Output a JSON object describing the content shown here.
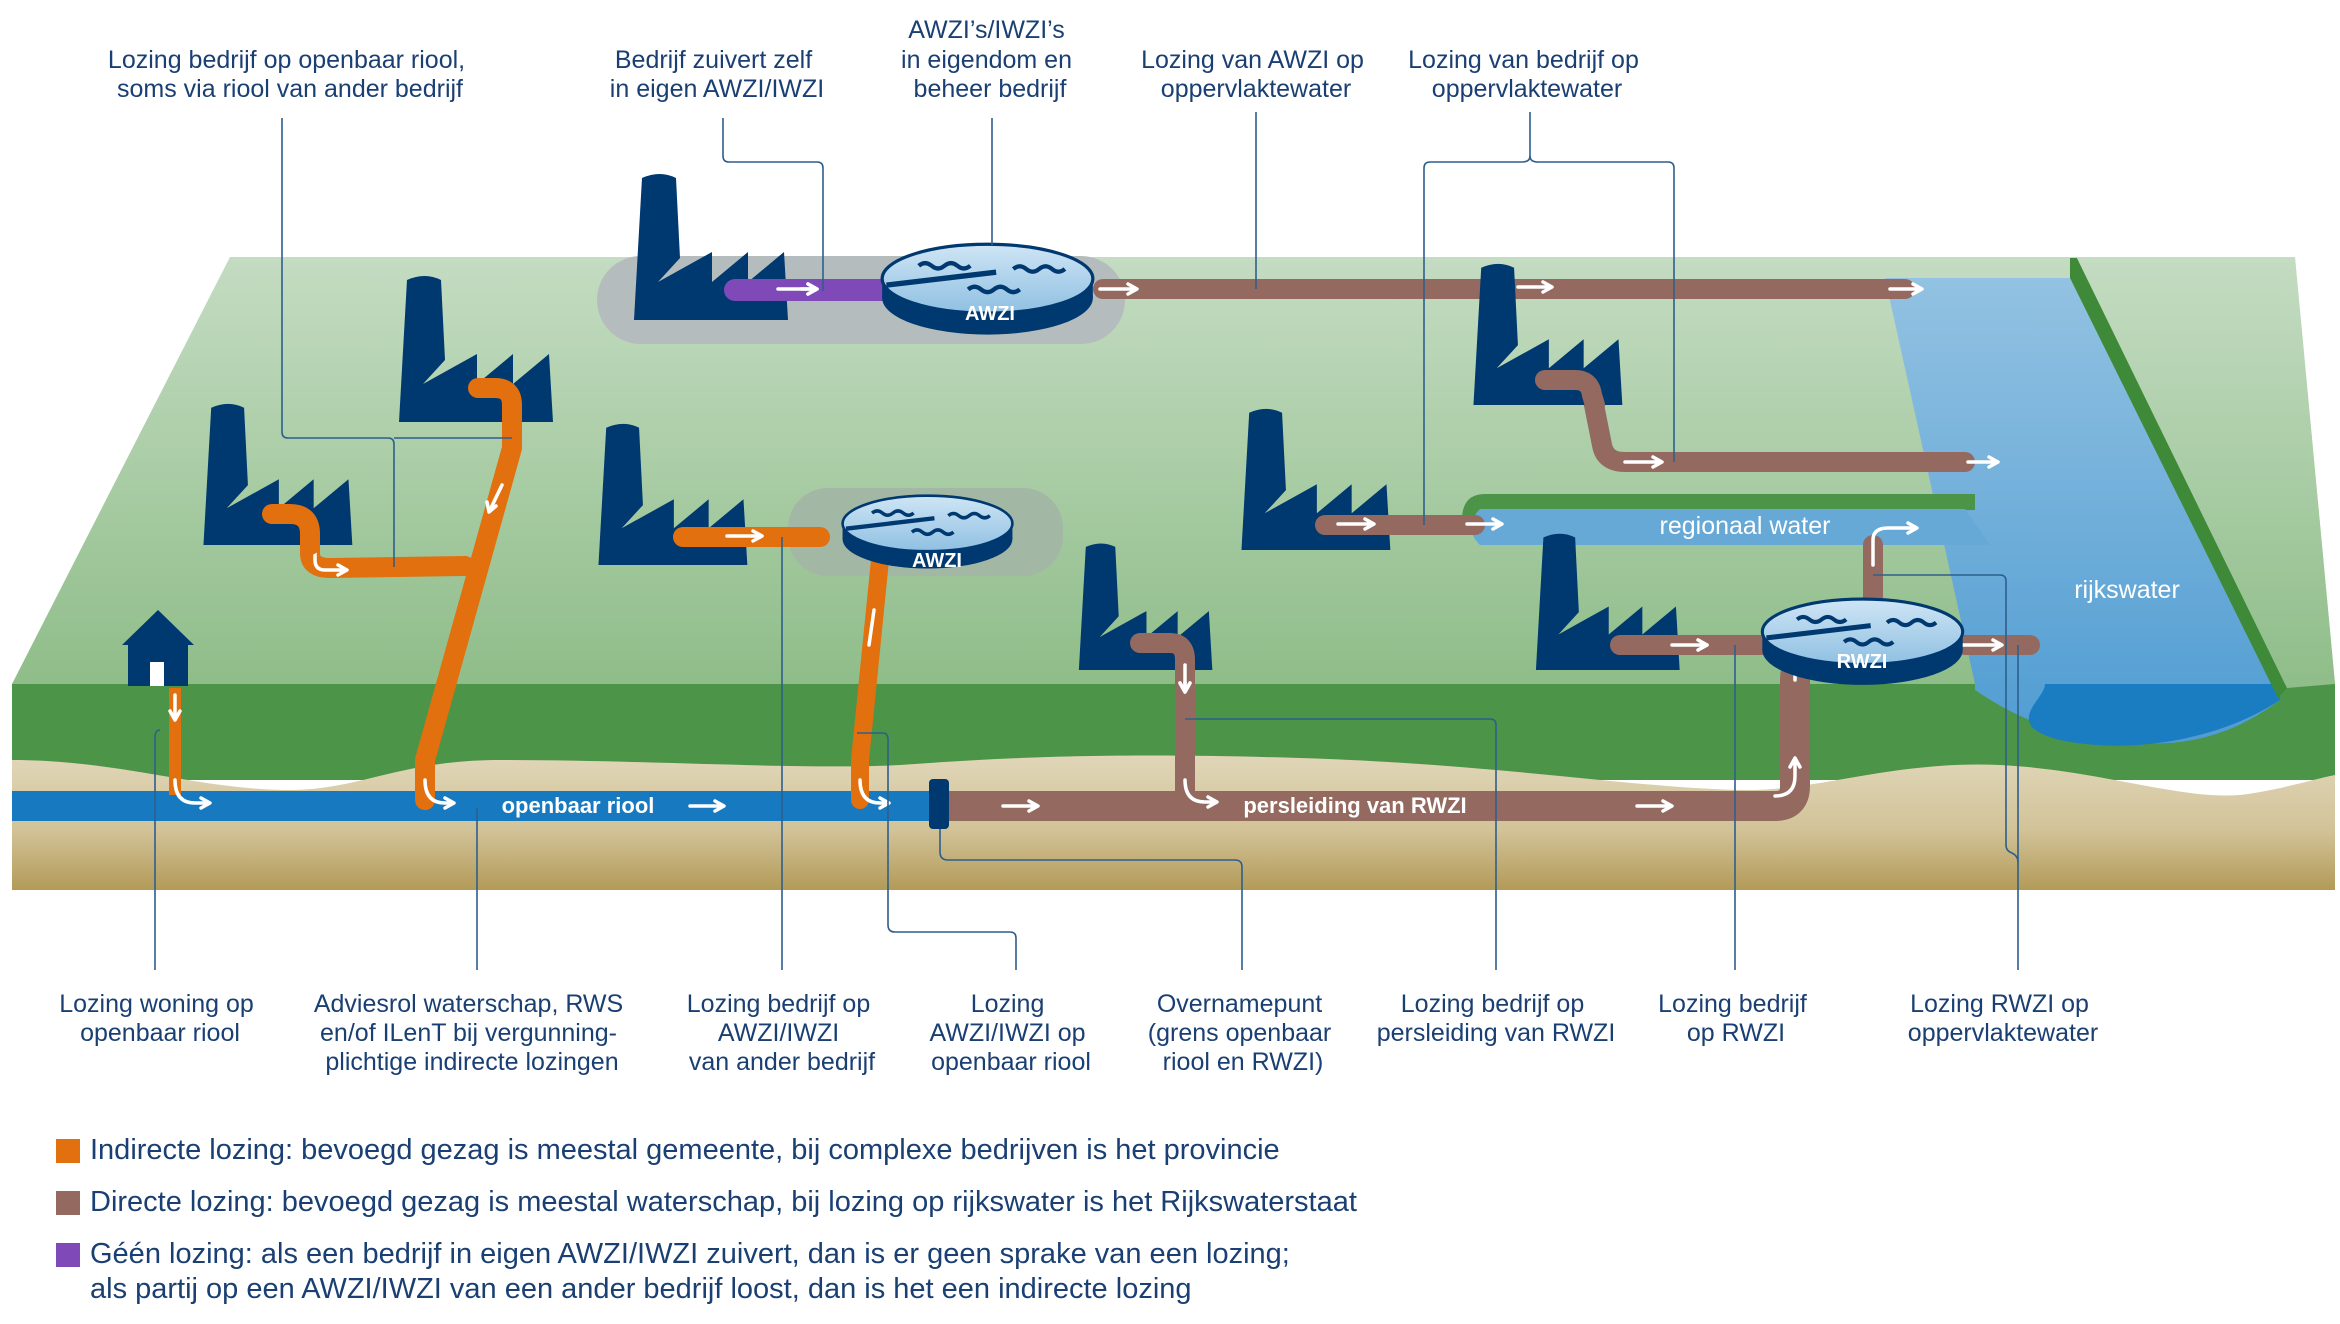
{
  "colors": {
    "indirect": "#e2700e",
    "direct": "#946a60",
    "none": "#7f4ab8",
    "text": "#1a3f73",
    "riool": "#177ac0",
    "factory": "#003870"
  },
  "top_labels": [
    {
      "id": "lozing-bedrijf-openbaar-riool",
      "lines": [
        "Lozing bedrijf op openbaar riool,",
        "soms via riool van ander bedrijf"
      ]
    },
    {
      "id": "bedrijf-zuivert-zelf",
      "lines": [
        "Bedrijf zuivert zelf",
        "in eigen AWZI/IWZI"
      ]
    },
    {
      "id": "awzi-eigendom",
      "lines": [
        "AWZI’s/IWZI’s",
        "in eigendom en",
        "beheer bedrijf"
      ]
    },
    {
      "id": "lozing-awzi-oppervlaktewater",
      "lines": [
        "Lozing van AWZI op",
        "oppervlaktewater"
      ]
    },
    {
      "id": "lozing-bedrijf-oppervlaktewater",
      "lines": [
        "Lozing van bedrijf op",
        "oppervlaktewater"
      ]
    }
  ],
  "bottom_labels": [
    {
      "id": "lozing-woning",
      "lines": [
        "Lozing woning op",
        "openbaar riool"
      ]
    },
    {
      "id": "adviesrol",
      "lines": [
        "Adviesrol waterschap, RWS",
        "en/of ILenT bij vergunning-",
        "plichtige indirecte lozingen"
      ]
    },
    {
      "id": "lozing-bedrijf-awzi",
      "lines": [
        "Lozing bedrijf op",
        "AWZI/IWZI",
        "van ander bedrijf"
      ]
    },
    {
      "id": "lozing-awzi-riool",
      "lines": [
        "Lozing",
        "AWZI/IWZI op",
        "openbaar riool"
      ]
    },
    {
      "id": "overnamepunt",
      "lines": [
        "Overnamepunt",
        "(grens openbaar",
        "riool en RWZI)"
      ]
    },
    {
      "id": "lozing-persleiding",
      "lines": [
        "Lozing bedrijf op",
        "persleiding van RWZI"
      ]
    },
    {
      "id": "lozing-bedrijf-rwzi",
      "lines": [
        "Lozing bedrijf",
        "op RWZI"
      ]
    },
    {
      "id": "lozing-rwzi-oppervlaktewater",
      "lines": [
        "Lozing RWZI op",
        "oppervlaktewater"
      ]
    }
  ],
  "diagram_labels": {
    "openbaar_riool": "openbaar riool",
    "persleiding": "persleiding van RWZI",
    "regionaal_water": "regionaal water",
    "rijkswater": "rijkswater",
    "awzi_top": "AWZI",
    "awzi_mid": "AWZI",
    "rwzi": "RWZI"
  },
  "legend": [
    {
      "type": "indirect",
      "color": "#e2700e",
      "lines": [
        "Indirecte lozing: bevoegd gezag is meestal gemeente, bij complexe bedrijven is het provincie"
      ]
    },
    {
      "type": "direct",
      "color": "#946a60",
      "lines": [
        "Directe lozing: bevoegd gezag is meestal waterschap, bij lozing op rijkswater is het Rijkswaterstaat"
      ]
    },
    {
      "type": "none",
      "color": "#7f4ab8",
      "lines": [
        "Géén lozing: als een bedrijf in eigen AWZI/IWZI zuivert, dan is er geen sprake van een lozing;",
        "als partij op een AWZI/IWZI van een ander bedrijf loost, dan is het een indirecte lozing"
      ]
    }
  ]
}
